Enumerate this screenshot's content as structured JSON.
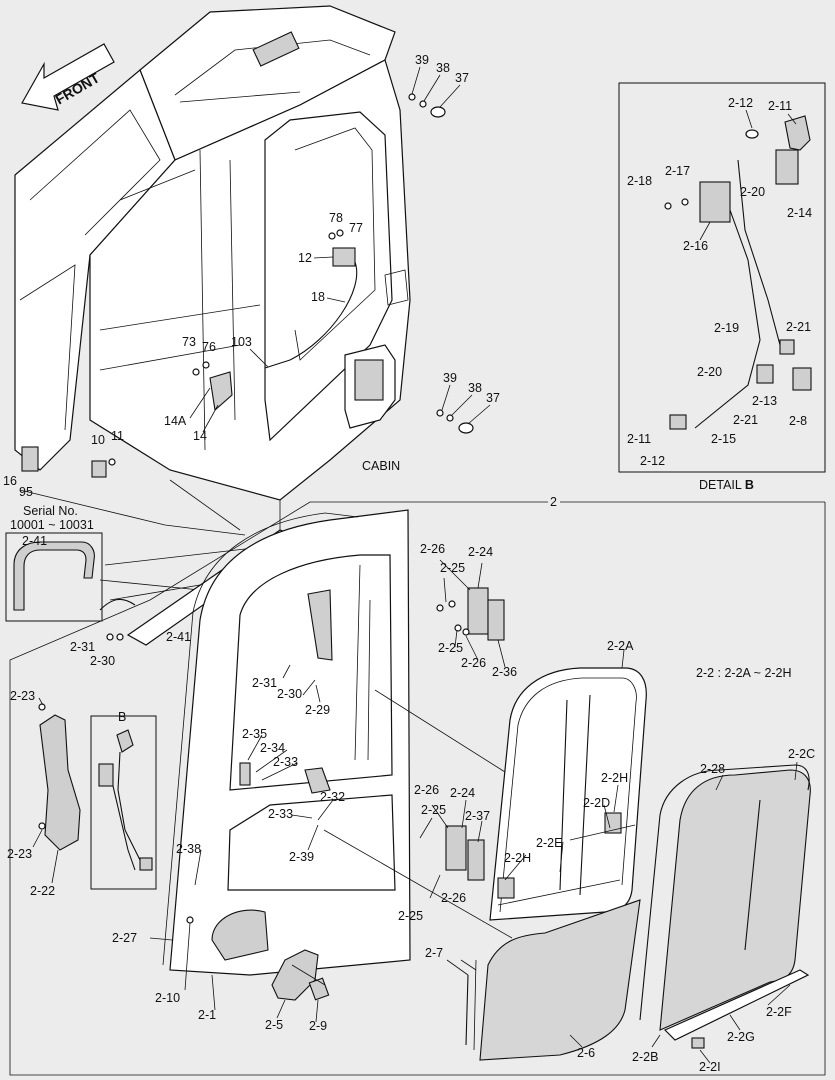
{
  "diagram": {
    "front_arrow": "FRONT",
    "cabin_label": "CABIN",
    "detail_b_caption": {
      "prefix": "DETAIL ",
      "bold": "B"
    },
    "callout_2": "2",
    "box_b_label": "B",
    "range_note": "2-2 : 2-2A ~ 2-2H",
    "serial": {
      "line1": "Serial No.",
      "line2": "10001 ~ 10031"
    },
    "labels": {
      "l39a": "39",
      "l38a": "38",
      "l37a": "37",
      "l78": "78",
      "l77": "77",
      "l12": "12",
      "l18": "18",
      "l73": "73",
      "l76": "76",
      "l103": "103",
      "l14A": "14A",
      "l14": "14",
      "l39b": "39",
      "l38b": "38",
      "l37b": "37",
      "l10": "10",
      "l11": "11",
      "l16": "16",
      "l95": "95",
      "d212": "2-12",
      "d211": "2-11",
      "d218": "2-18",
      "d217": "2-17",
      "d220a": "2-20",
      "d214": "2-14",
      "d216": "2-16",
      "d219": "2-19",
      "d221a": "2-21",
      "d220b": "2-20",
      "d213": "2-13",
      "d221b": "2-21",
      "d28": "2-8",
      "d211b": "2-11",
      "d215": "2-15",
      "d212b": "2-12",
      "c241a": "2-41",
      "c241b": "2-41",
      "c231a": "2-31",
      "c230a": "2-30",
      "c226a": "2-26",
      "c224a": "2-24",
      "c225a": "2-25",
      "c225b": "2-25",
      "c226b": "2-26",
      "c236": "2-36",
      "c22A": "2-2A",
      "c231b": "2-31",
      "c230b": "2-30",
      "c229": "2-29",
      "c223a": "2-23",
      "c223b": "2-23",
      "c222": "2-22",
      "c235": "2-35",
      "c234": "2-34",
      "c233a": "2-33",
      "c232": "2-32",
      "c233b": "2-33",
      "c239": "2-39",
      "c226c": "2-26",
      "c224b": "2-24",
      "c225c": "2-25",
      "c237": "2-37",
      "c226d": "2-26",
      "c225d": "2-25",
      "c22H": "2-2H",
      "c22D": "2-2D",
      "c22E": "2-2E",
      "c22Hb": "2-2H",
      "c228": "2-28",
      "c22C": "2-2C",
      "c238": "2-38",
      "c227": "2-27",
      "c210": "2-10",
      "c21": "2-1",
      "c25": "2-5",
      "c29": "2-9",
      "c27": "2-7",
      "c26": "2-6",
      "c22B": "2-2B",
      "c22F": "2-2F",
      "c22G": "2-2G",
      "c22I": "2-2I"
    }
  }
}
